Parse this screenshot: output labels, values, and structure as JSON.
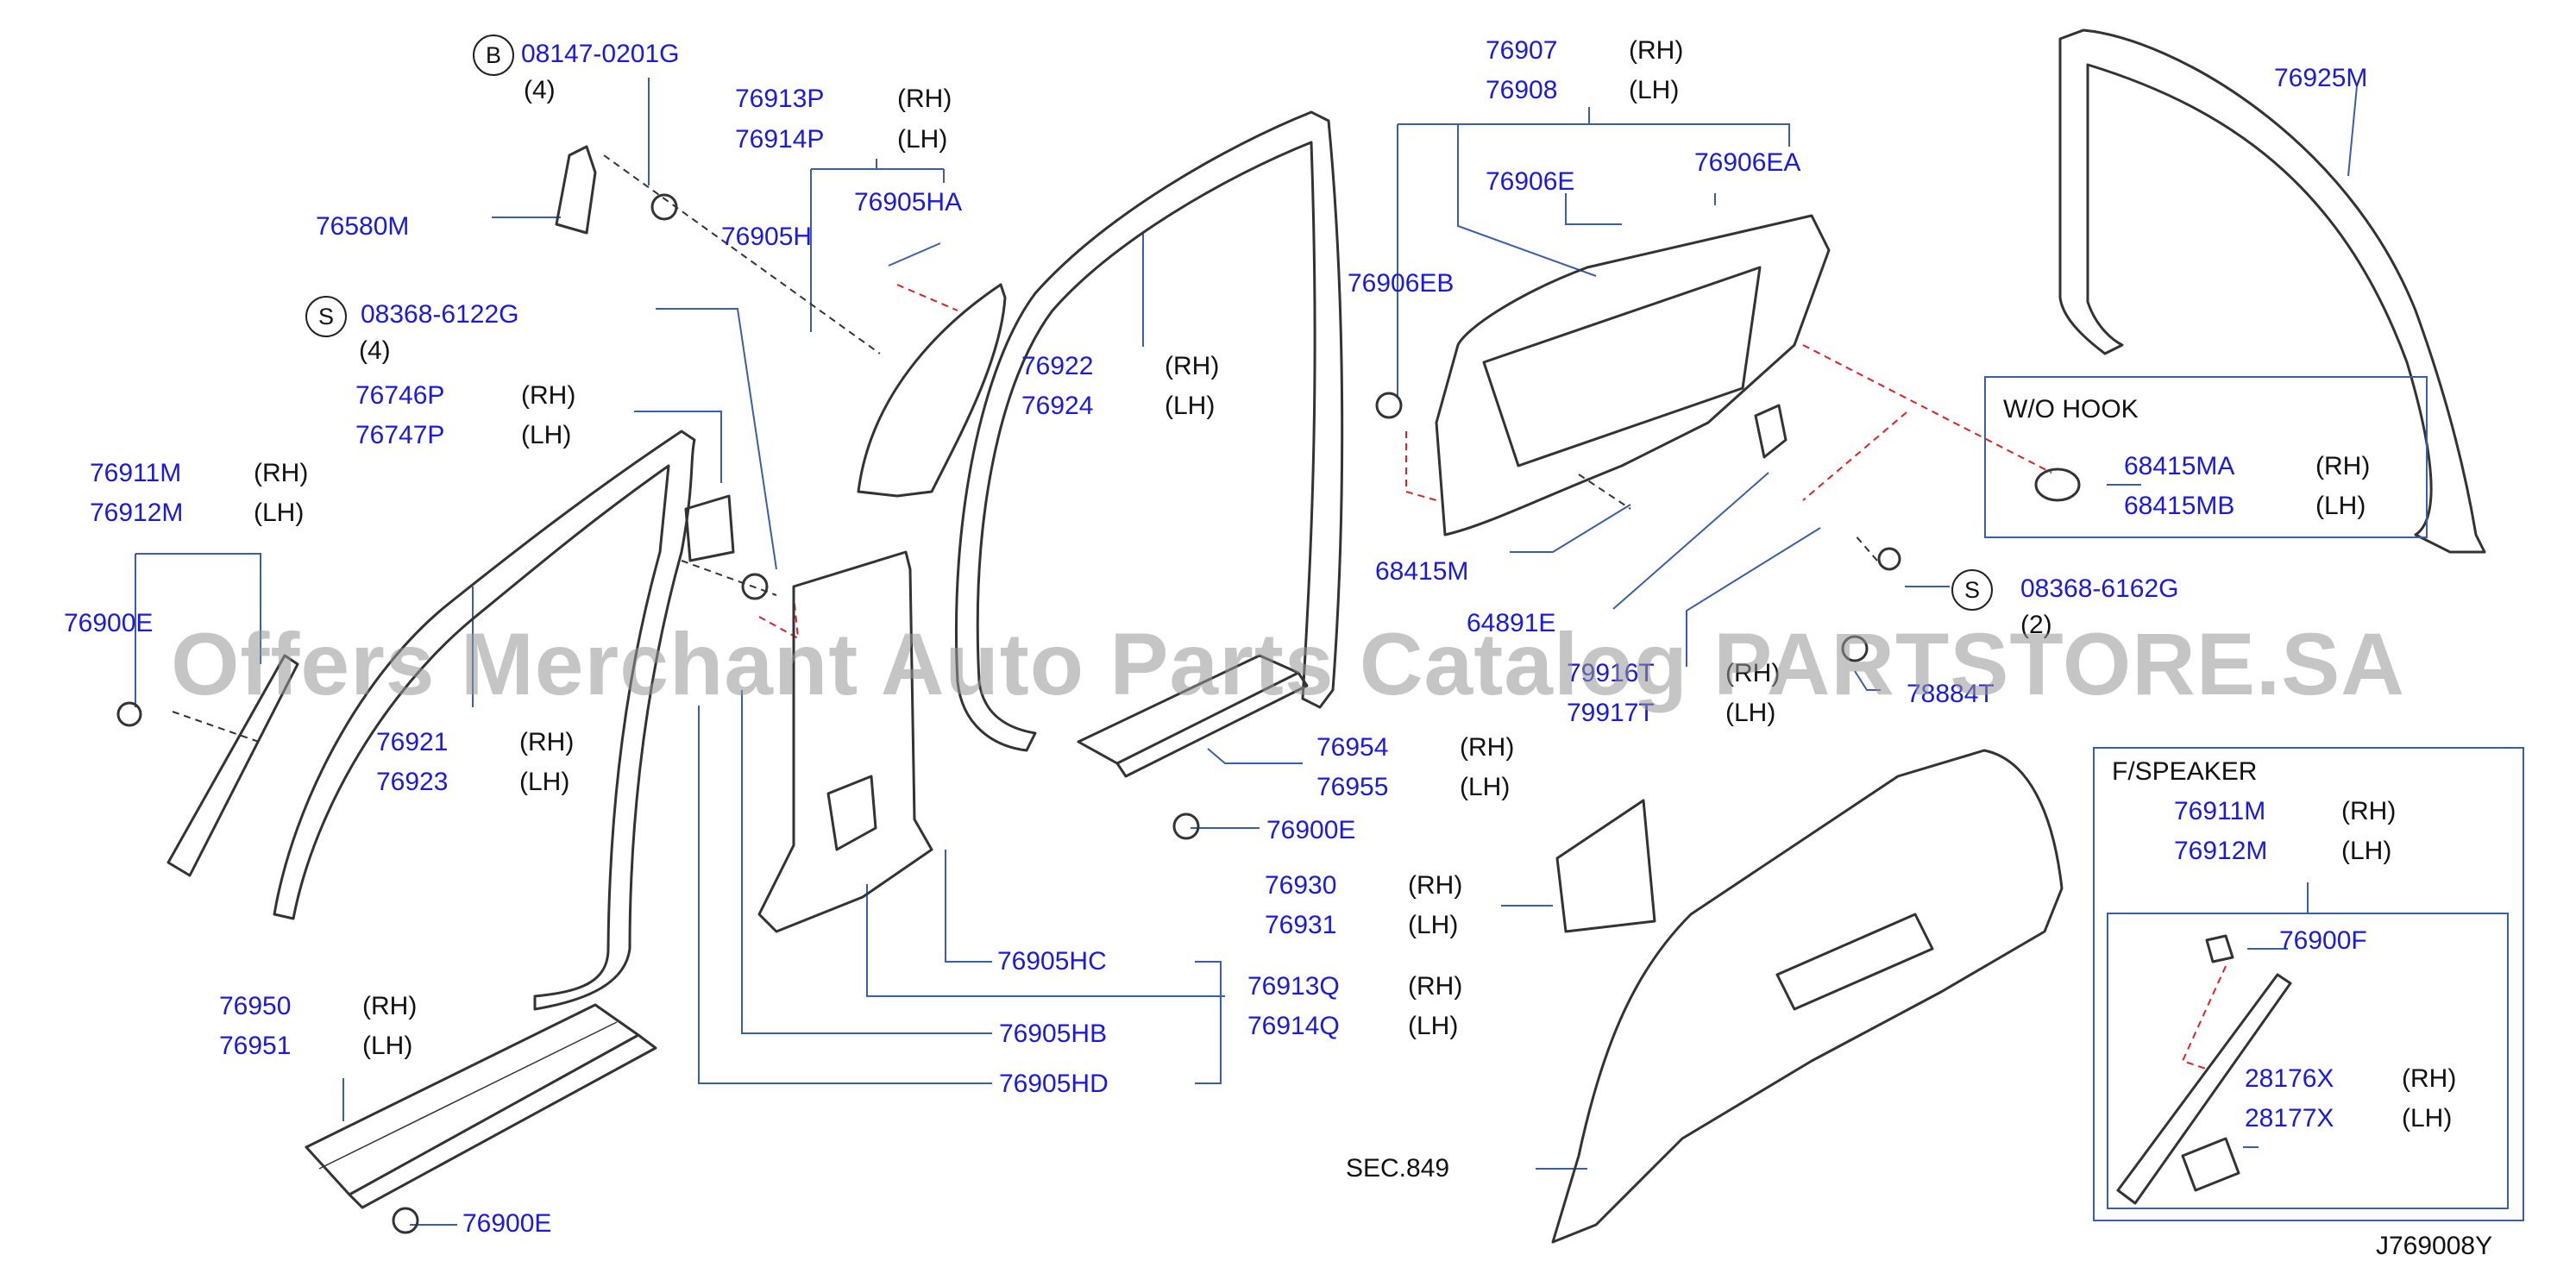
{
  "diagram_code": "J769008Y",
  "watermark": "Offers Merchant Auto Parts Catalog PARTSTORE.SA",
  "colors": {
    "part_number": "#1a1adb",
    "leader": "#3b5ea8",
    "dash_red": "#e02020",
    "drawing": "#333333"
  },
  "circle_markers": {
    "b": "B",
    "s1": "S",
    "s2": "S"
  },
  "callouts": {
    "c08147": {
      "pn": "08147-0201G",
      "qty": "(4)"
    },
    "c76580m": {
      "pn": "76580M"
    },
    "c76913p": {
      "pn": "76913P",
      "side": "(RH)"
    },
    "c76914p": {
      "pn": "76914P",
      "side": "(LH)"
    },
    "c76905ha": {
      "pn": "76905HA"
    },
    "c76905h": {
      "pn": "76905H"
    },
    "c08368_6122": {
      "pn": "08368-6122G",
      "qty": "(4)"
    },
    "c76746p": {
      "pn": "76746P",
      "side": "(RH)"
    },
    "c76747p": {
      "pn": "76747P",
      "side": "(LH)"
    },
    "c76911m_l": {
      "pn": "76911M",
      "side": "(RH)"
    },
    "c76912m_l": {
      "pn": "76912M",
      "side": "(LH)"
    },
    "c76900e_l": {
      "pn": "76900E"
    },
    "c76922": {
      "pn": "76922",
      "side": "(RH)"
    },
    "c76924": {
      "pn": "76924",
      "side": "(LH)"
    },
    "c76921": {
      "pn": "76921",
      "side": "(RH)"
    },
    "c76923": {
      "pn": "76923",
      "side": "(LH)"
    },
    "c76950": {
      "pn": "76950",
      "side": "(RH)"
    },
    "c76951": {
      "pn": "76951",
      "side": "(LH)"
    },
    "c76900e_b": {
      "pn": "76900E"
    },
    "c76905hc": {
      "pn": "76905HC"
    },
    "c76905hb": {
      "pn": "76905HB"
    },
    "c76905hd": {
      "pn": "76905HD"
    },
    "c76913q": {
      "pn": "76913Q",
      "side": "(RH)"
    },
    "c76914q": {
      "pn": "76914Q",
      "side": "(LH)"
    },
    "c76907": {
      "pn": "76907",
      "side": "(RH)"
    },
    "c76908": {
      "pn": "76908",
      "side": "(LH)"
    },
    "c76906e": {
      "pn": "76906E"
    },
    "c76906ea": {
      "pn": "76906EA"
    },
    "c76906eb": {
      "pn": "76906EB"
    },
    "c68415m": {
      "pn": "68415M"
    },
    "c64891e": {
      "pn": "64891E"
    },
    "c79916t": {
      "pn": "79916T",
      "side": "(RH)"
    },
    "c79917t": {
      "pn": "79917T",
      "side": "(LH)"
    },
    "c78884t": {
      "pn": "78884T"
    },
    "c08368_6162": {
      "pn": "08368-6162G",
      "qty": "(2)"
    },
    "c76954": {
      "pn": "76954",
      "side": "(RH)"
    },
    "c76955": {
      "pn": "76955",
      "side": "(LH)"
    },
    "c76900e_m": {
      "pn": "76900E"
    },
    "c76930": {
      "pn": "76930",
      "side": "(RH)"
    },
    "c76931": {
      "pn": "76931",
      "side": "(LH)"
    },
    "c76925m": {
      "pn": "76925M"
    },
    "c_sec849": {
      "pn": "SEC.849"
    }
  },
  "wo_hook": {
    "title": "W/O   HOOK",
    "c68415ma": {
      "pn": "68415MA",
      "side": "(RH)"
    },
    "c68415mb": {
      "pn": "68415MB",
      "side": "(LH)"
    }
  },
  "f_speaker": {
    "title": "F/SPEAKER",
    "c76911m": {
      "pn": "76911M",
      "side": "(RH)"
    },
    "c76912m": {
      "pn": "76912M",
      "side": "(LH)"
    },
    "c76900f": {
      "pn": "76900F"
    },
    "c28176x": {
      "pn": "28176X",
      "side": "(RH)"
    },
    "c28177x": {
      "pn": "28177X",
      "side": "(LH)"
    }
  }
}
